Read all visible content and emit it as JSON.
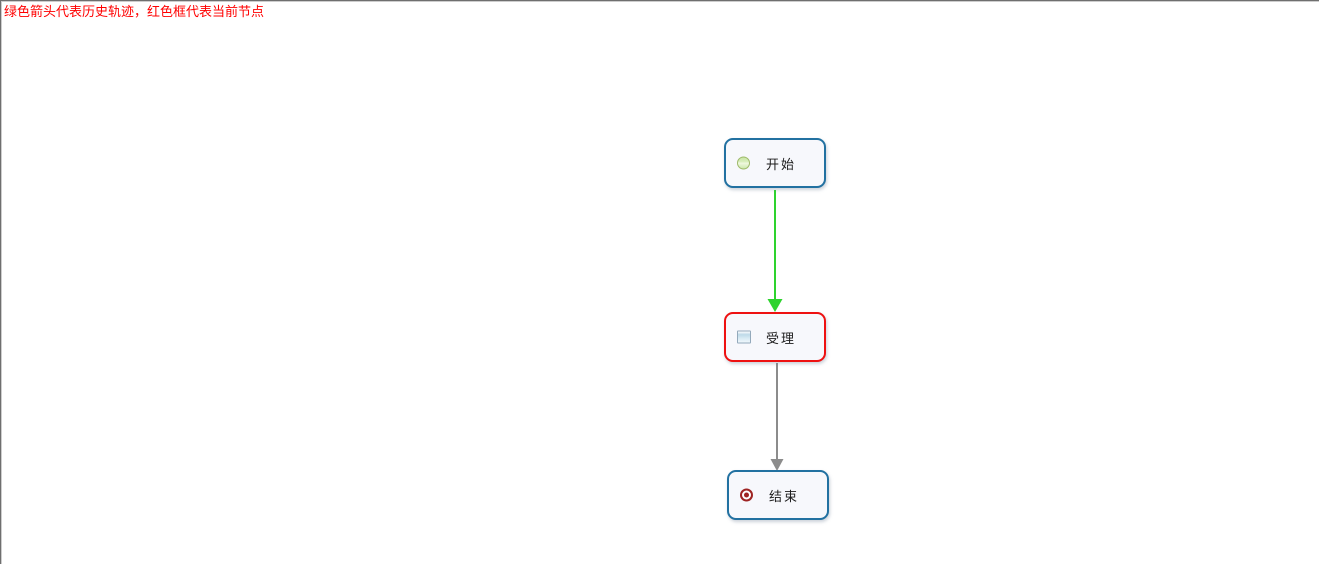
{
  "legend": {
    "text": "绿色箭头代表历史轨迹，红色框代表当前节点",
    "color": "#ff0000"
  },
  "diagram": {
    "nodes": [
      {
        "id": "start",
        "label": "开始",
        "icon": "start-event-icon",
        "border_color": "#2271a1",
        "status": "history"
      },
      {
        "id": "accept",
        "label": "受理",
        "icon": "task-icon",
        "border_color": "#ee1111",
        "status": "current"
      },
      {
        "id": "end",
        "label": "结束",
        "icon": "end-event-icon",
        "border_color": "#2271a1",
        "status": "pending"
      }
    ],
    "edges": [
      {
        "from": "开始",
        "to": "受理",
        "status": "history",
        "color": "#2ed32e"
      },
      {
        "from": "受理",
        "to": "结束",
        "status": "pending",
        "color": "#8c8c8c"
      }
    ]
  }
}
